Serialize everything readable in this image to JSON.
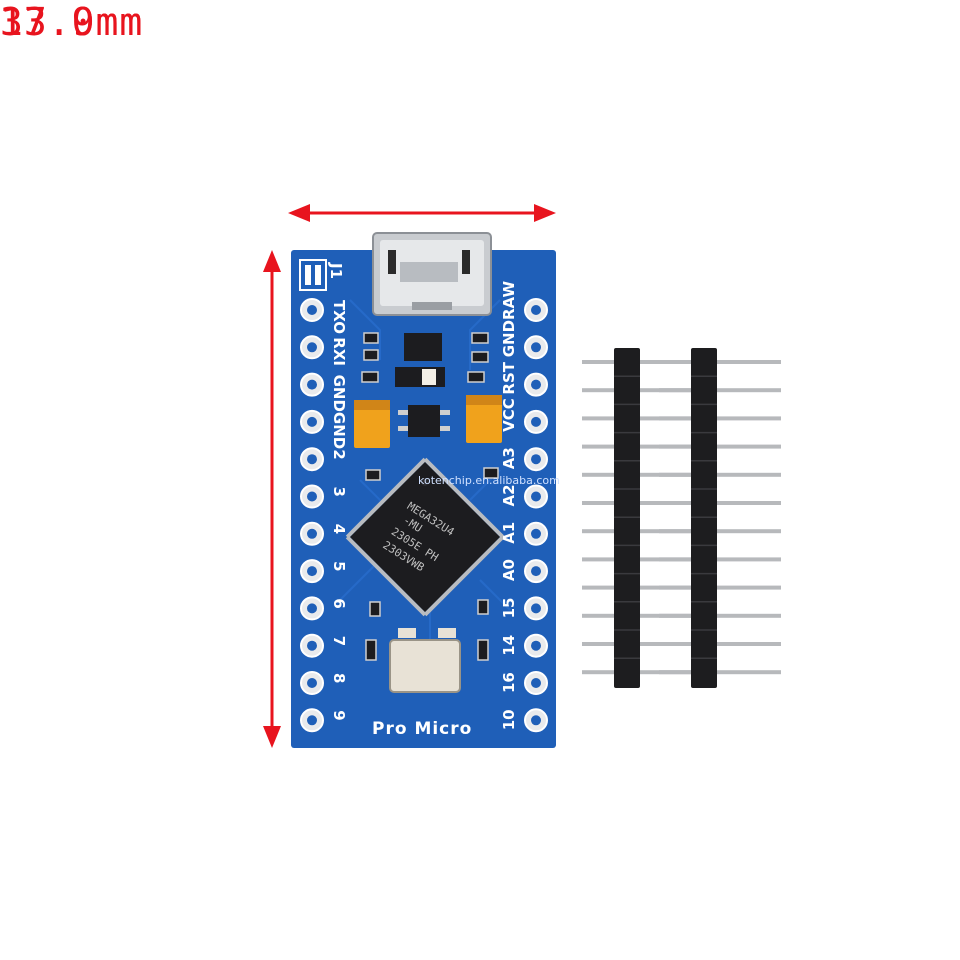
{
  "dimensions": {
    "width_label": "17.9mm",
    "height_label": "33.0mm",
    "color": "#e8141e"
  },
  "board": {
    "name": "Pro Micro",
    "jumper_label": "J1",
    "chip": {
      "lines": [
        "MEGA32U4",
        "-MU",
        "2305E  PH",
        "2303VWB"
      ]
    },
    "watermark": "kotenchip.en.alibaba.com",
    "left_pins": [
      "TXO",
      "RXI",
      "GND",
      "GND",
      "2",
      "3",
      "4",
      "5",
      "6",
      "7",
      "8",
      "9"
    ],
    "right_pins": [
      "RAW",
      "GND",
      "RST",
      "VCC",
      "A3",
      "A2",
      "A1",
      "A0",
      "15",
      "14",
      "16",
      "10"
    ],
    "colors": {
      "pcb": "#1f5fb8",
      "silkscreen": "#ffffff",
      "chip": "#1c1c1f",
      "tantalum": "#f0a21c"
    }
  },
  "headers": {
    "strips": 2,
    "pins_per_strip": 12
  }
}
